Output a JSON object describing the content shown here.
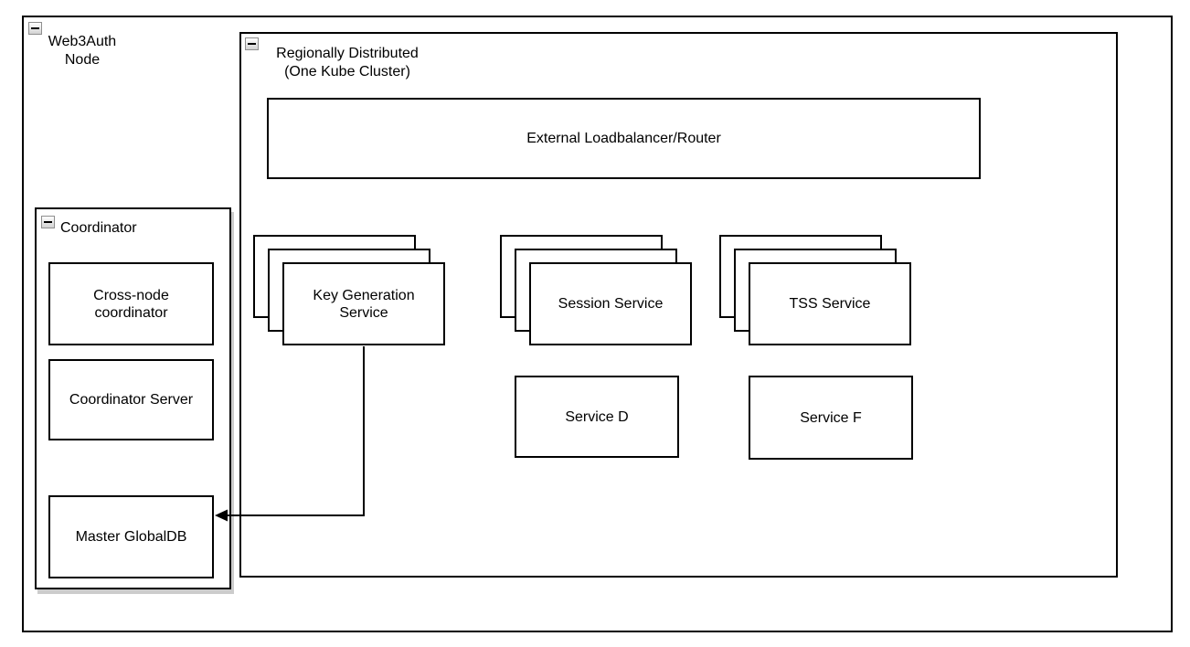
{
  "diagram": {
    "outer_group": {
      "label": "Web3Auth\nNode",
      "collapse_icon": "collapse-minus-icon"
    },
    "region_group": {
      "label": "Regionally Distributed\n(One Kube Cluster)",
      "collapse_icon": "collapse-minus-icon"
    },
    "loadbalancer": {
      "label": "External Loadbalancer/Router"
    },
    "stacks": [
      {
        "id": "key-generation-service",
        "label": "Key Generation\nService",
        "replicas": 3
      },
      {
        "id": "session-service",
        "label": "Session Service",
        "replicas": 3
      },
      {
        "id": "tss-service",
        "label": "TSS Service",
        "replicas": 3
      }
    ],
    "services": [
      {
        "id": "service-d",
        "label": "Service D"
      },
      {
        "id": "service-f",
        "label": "Service F"
      }
    ],
    "coordinator_group": {
      "label": "Coordinator",
      "collapse_icon": "collapse-minus-icon",
      "items": [
        {
          "id": "cross-node-coordinator",
          "label": "Cross-node\ncoordinator"
        },
        {
          "id": "coordinator-server",
          "label": "Coordinator Server"
        },
        {
          "id": "master-globaldb",
          "label": "Master GlobalDB"
        }
      ]
    },
    "edges": [
      {
        "from": "key-generation-service",
        "to": "master-globaldb",
        "style": "orthogonal",
        "arrowhead": "filled-left"
      }
    ],
    "colors": {
      "stroke": "#000000",
      "background": "#ffffff",
      "group_shadow": "#cccccc",
      "icon_border": "#8f8f8f"
    }
  }
}
